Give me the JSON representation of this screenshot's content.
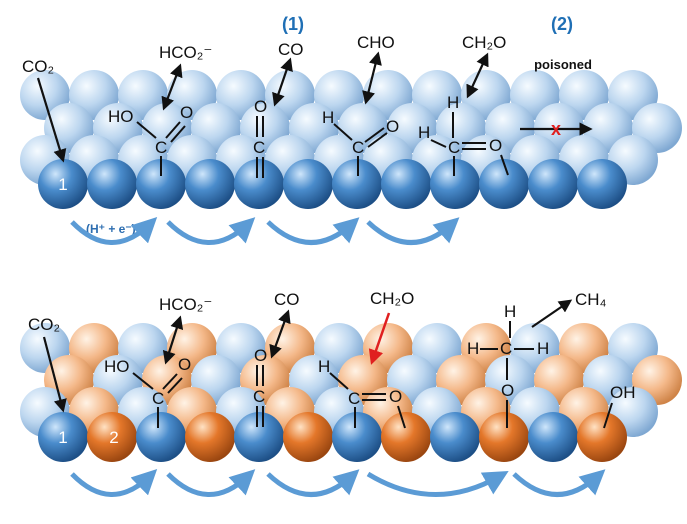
{
  "colors": {
    "light_blue": "#b8d4ee",
    "dark_blue": "#3f7fc0",
    "light_orange": "#f3b98a",
    "dark_orange": "#e0782c",
    "accent_blue": "#1f6fb5",
    "red": "#e02020"
  },
  "top": {
    "step1_label": "(1)",
    "step2_label": "(2)",
    "poisoned_label": "poisoned",
    "blocked_mark": "x",
    "site1_label": "1",
    "proton_label": "(H⁺ + e⁻)",
    "species": {
      "co2": "CO₂",
      "hco2": "HCO₂⁻",
      "co": "CO",
      "cho": "CHO",
      "ch2o": "CH₂O"
    }
  },
  "bottom": {
    "site1_label": "1",
    "site2_label": "2",
    "species": {
      "co2": "CO₂",
      "hco2": "HCO₂⁻",
      "co": "CO",
      "ch2o": "CH₂O",
      "ch4": "CH₄"
    },
    "oh_label": "OH"
  },
  "atoms": {
    "H": "H",
    "C": "C",
    "O": "O",
    "HO": "HO"
  }
}
